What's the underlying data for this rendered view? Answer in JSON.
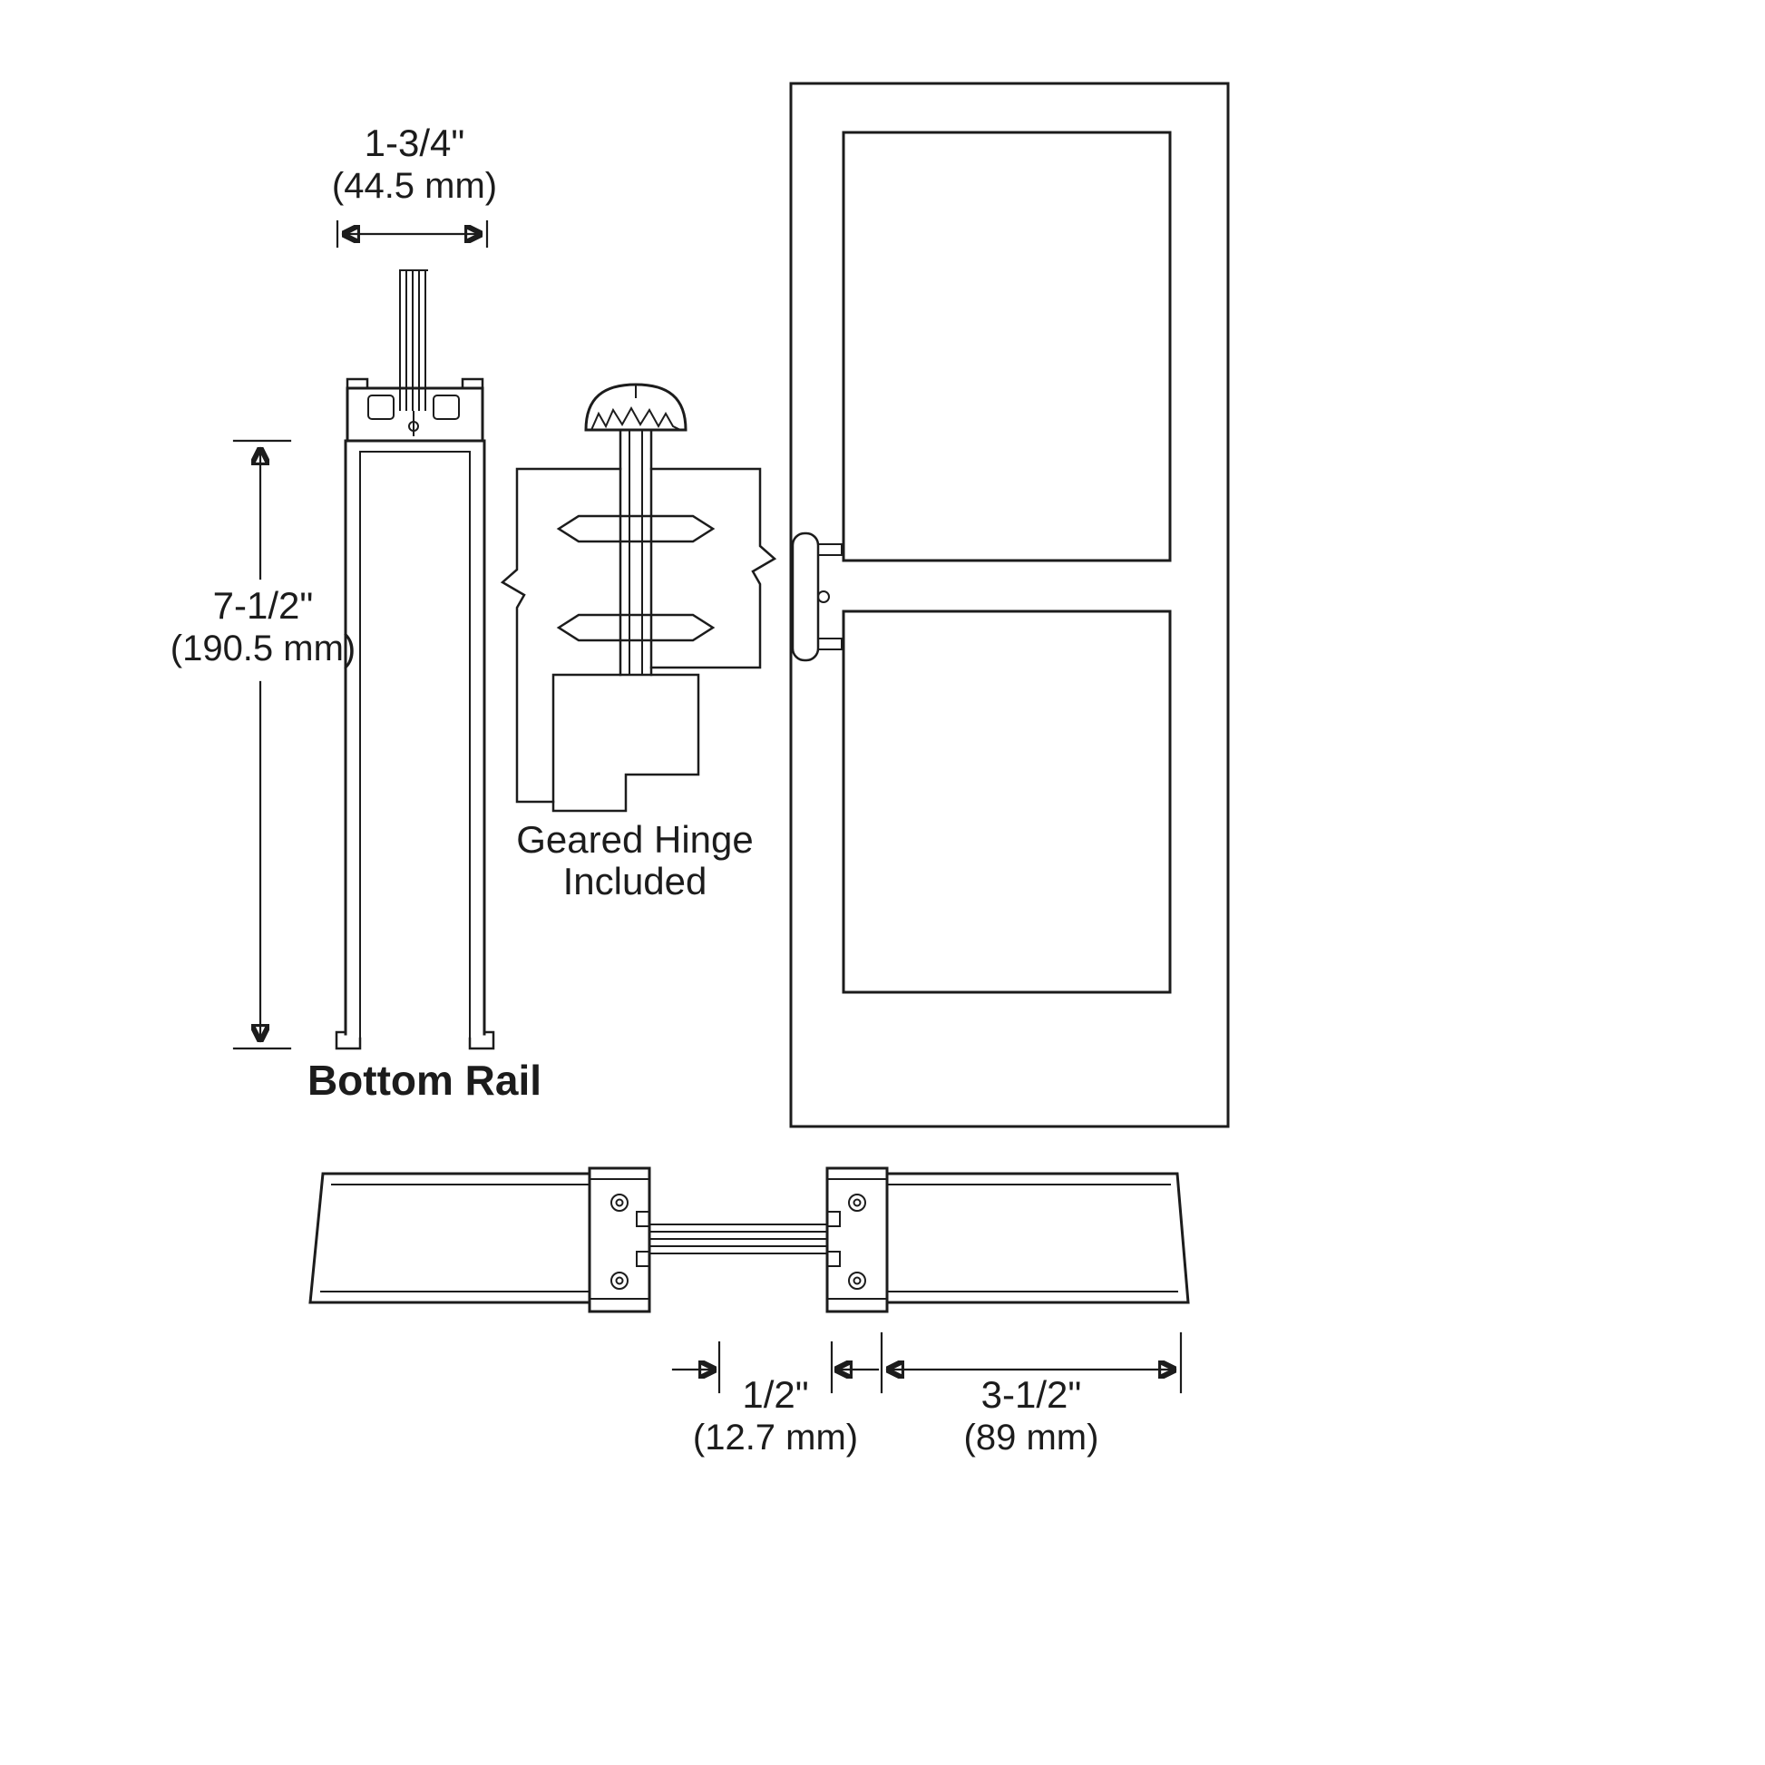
{
  "colors": {
    "line": "#1c1c1c",
    "background": "#ffffff"
  },
  "bottom_rail": {
    "width": "1-3/4\"",
    "width_mm": "(44.5 mm)",
    "height": "7-1/2\"",
    "height_mm": "(190.5 mm)",
    "caption": "Bottom Rail"
  },
  "hinge": {
    "caption_line1": "Geared Hinge",
    "caption_line2": "Included"
  },
  "plan_section": {
    "gap": "1/2\"",
    "gap_mm": "(12.7 mm)",
    "stile": "3-1/2\"",
    "stile_mm": "(89 mm)"
  }
}
